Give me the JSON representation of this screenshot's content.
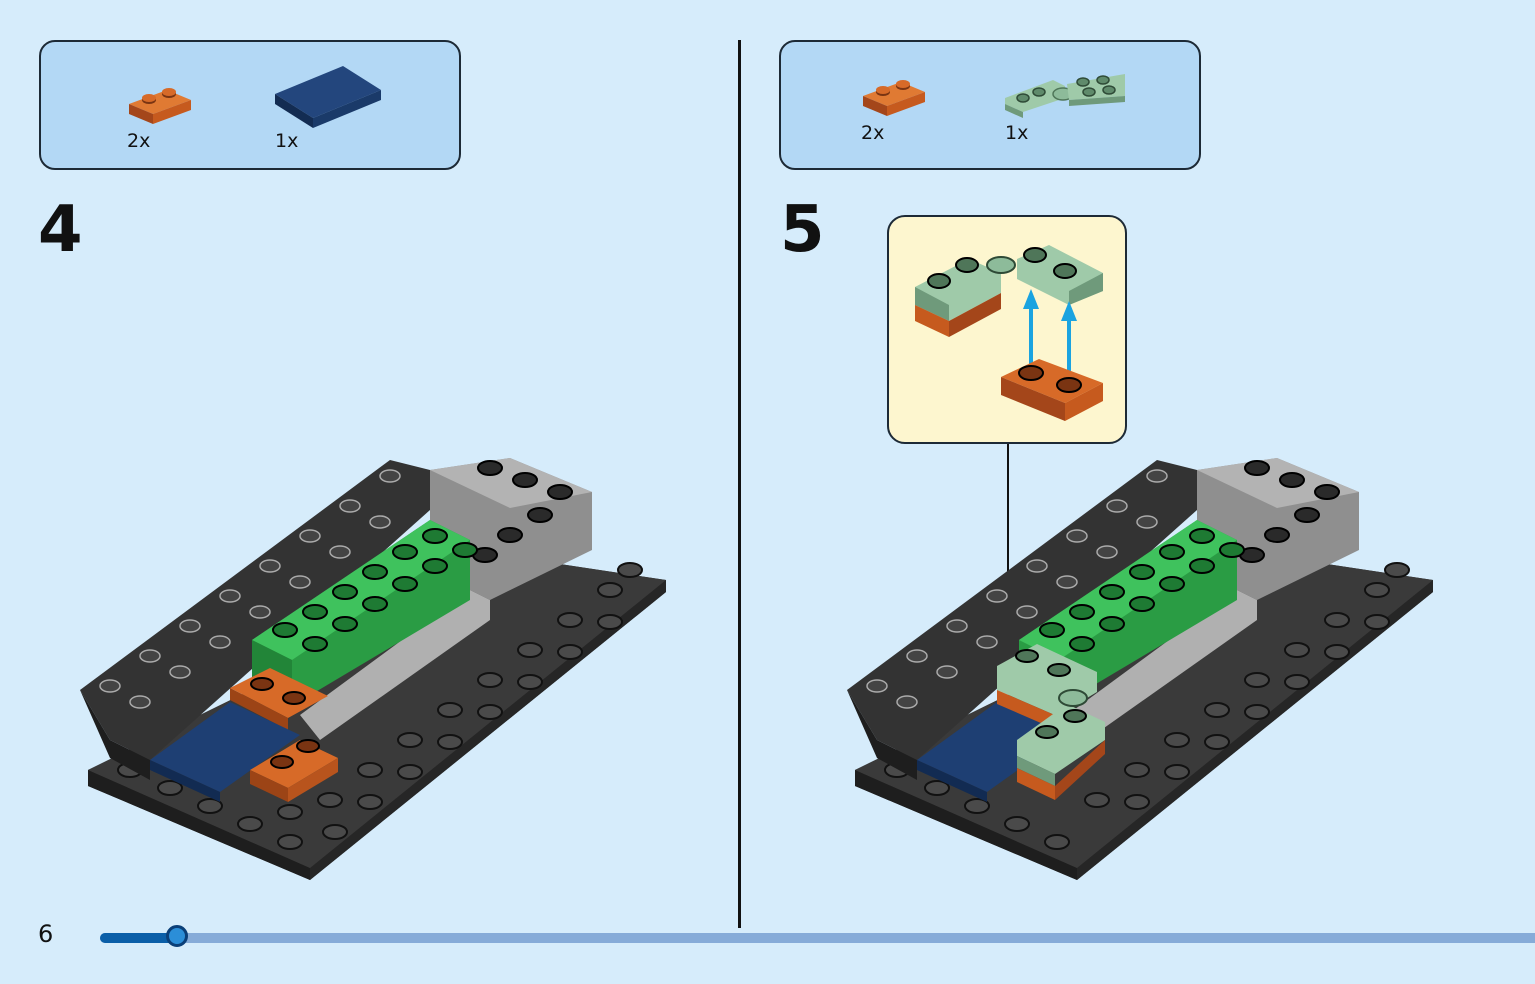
{
  "page": {
    "number": "6",
    "progress_fraction": 0.054
  },
  "step4": {
    "number": "4",
    "parts": [
      {
        "name": "orange 1x2 plate",
        "qty": "2x"
      },
      {
        "name": "dark blue 2x4 tile",
        "qty": "1x"
      }
    ]
  },
  "step5": {
    "number": "5",
    "parts": [
      {
        "name": "orange 1x2 plate",
        "qty": "2x"
      },
      {
        "name": "sand green hinge plate",
        "qty": "1x"
      }
    ]
  },
  "colors": {
    "background": "#d6ecfb",
    "parts_box": "#b3d8f5",
    "callout": "#fdf6cf",
    "orange": "#c65a1e",
    "dark_blue": "#1e3f73",
    "green": "#2fb64e",
    "sand_green": "#8dbb9a",
    "dark_gray": "#3a3a3a",
    "light_gray": "#a6a6a6",
    "arrow_blue": "#1aa3e0",
    "progress_fill": "#0b5fa8",
    "progress_track": "#86abd8"
  }
}
